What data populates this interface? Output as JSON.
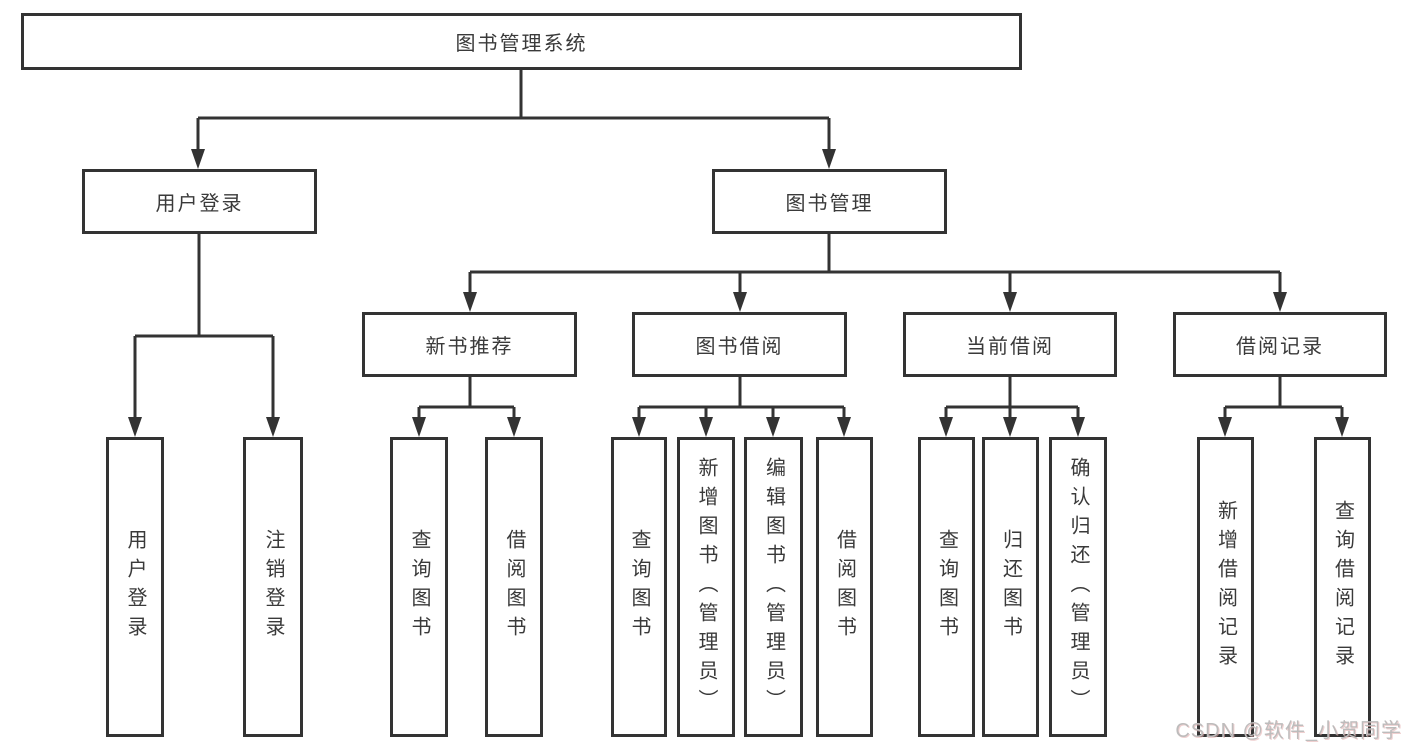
{
  "diagram": {
    "title": "图书管理系统",
    "branches": [
      {
        "label": "用户登录",
        "children": [
          "用户登录",
          "注销登录"
        ]
      },
      {
        "label": "图书管理",
        "sections": [
          {
            "label": "新书推荐",
            "children": [
              "查询图书",
              "借阅图书"
            ]
          },
          {
            "label": "图书借阅",
            "children": [
              "查询图书",
              "新增图书（管理员）",
              "编辑图书（管理员）",
              "借阅图书"
            ]
          },
          {
            "label": "当前借阅",
            "children": [
              "查询图书",
              "归还图书",
              "确认归还（管理员）"
            ]
          },
          {
            "label": "借阅记录",
            "children": [
              "新增借阅记录",
              "查询借阅记录"
            ]
          }
        ]
      }
    ]
  },
  "watermark": {
    "text": "CSDN @软件_小贺同学"
  },
  "colors": {
    "line": "#333333",
    "text": "#3a3a3a",
    "watermark": "#bdbcbc",
    "background": "#ffffff"
  }
}
